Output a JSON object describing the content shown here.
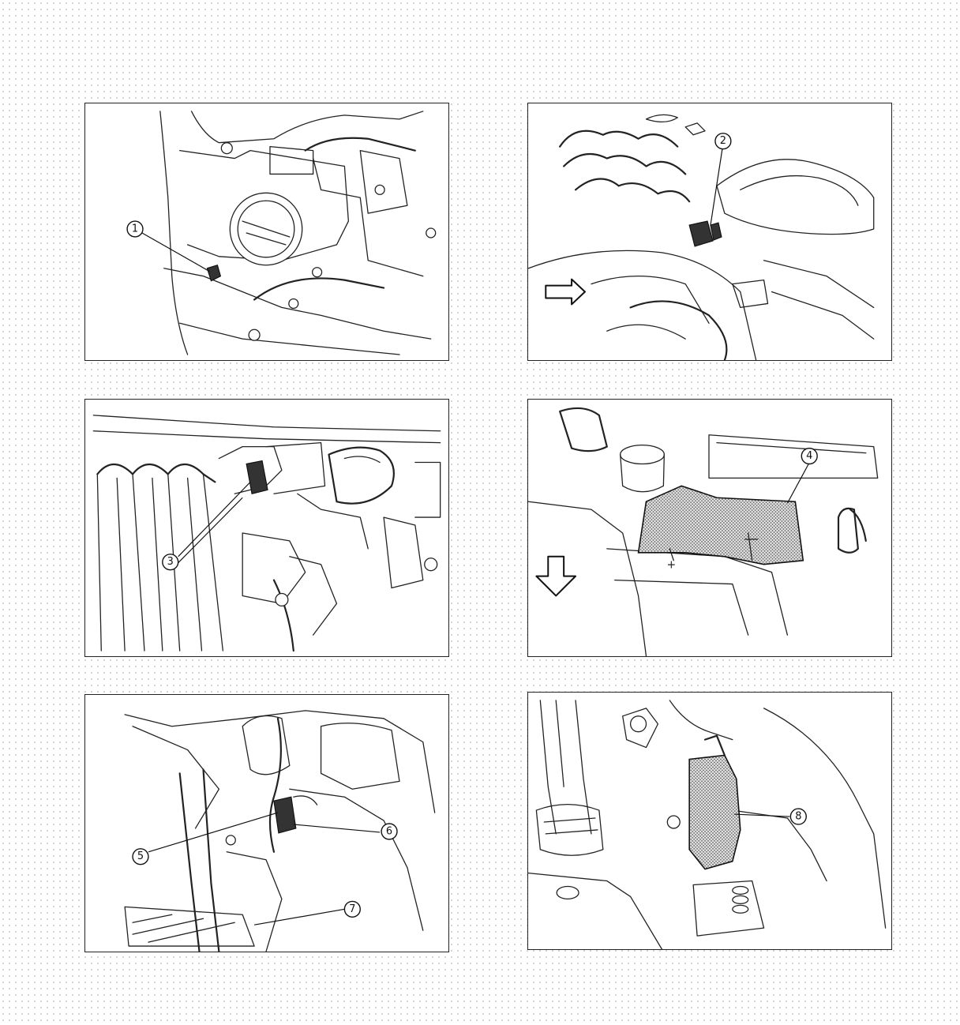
{
  "panels": [
    {
      "id": "panel-1",
      "callouts": [
        {
          "label": "1"
        }
      ]
    },
    {
      "id": "panel-2",
      "callouts": [
        {
          "label": "2"
        }
      ]
    },
    {
      "id": "panel-3",
      "callouts": [
        {
          "label": "3"
        }
      ]
    },
    {
      "id": "panel-4",
      "callouts": [
        {
          "label": "4"
        }
      ]
    },
    {
      "id": "panel-5",
      "callouts": [
        {
          "label": "5"
        },
        {
          "label": "6"
        },
        {
          "label": "7"
        }
      ]
    },
    {
      "id": "panel-6",
      "callouts": [
        {
          "label": "8"
        }
      ]
    }
  ],
  "colors": {
    "line": "#222222",
    "background": "#ffffff",
    "grid_dot": "#c8c8c8"
  }
}
